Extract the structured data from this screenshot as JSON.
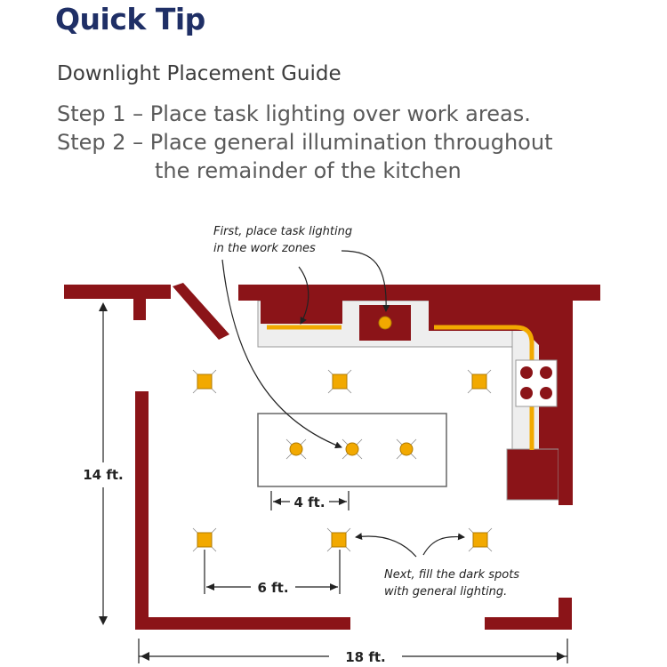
{
  "header": {
    "title": "Quick Tip",
    "subtitle": "Downlight Placement Guide",
    "step1": "Step 1 – Place task lighting over work areas.",
    "step2_line1": "Step 2 – Place general illumination throughout",
    "step2_line2": "the remainder of the kitchen"
  },
  "diagram": {
    "annotation_task_line1": "First, place task lighting",
    "annotation_task_line2": "in the work zones",
    "annotation_general_line1": "Next, fill the dark spots",
    "annotation_general_line2": "with general lighting.",
    "dim_height": "14 ft.",
    "dim_width": "18 ft.",
    "dim_island_spacing": "4 ft.",
    "dim_light_spacing": "6 ft."
  },
  "colors": {
    "title": "#1f2f66",
    "wall": "#8b1418",
    "light": "#f2a900",
    "light_stroke": "#b07a00",
    "counter": "#eeeeee"
  }
}
